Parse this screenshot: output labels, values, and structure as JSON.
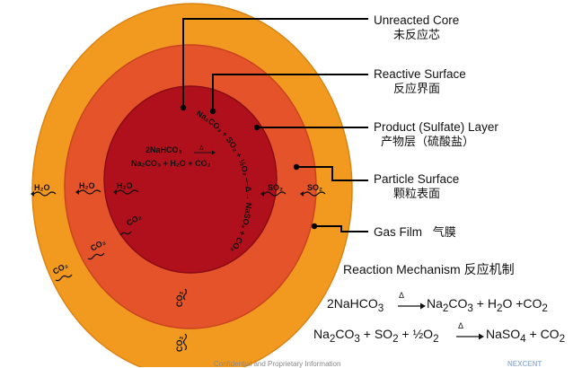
{
  "labels": {
    "unreacted_core": {
      "en": "Unreacted Core",
      "cn": "未反应芯"
    },
    "reactive_surface": {
      "en": "Reactive Surface",
      "cn": "反应界面"
    },
    "product_layer": {
      "en": "Product (Sulfate) Layer",
      "cn": "产物层（硫酸盐）"
    },
    "particle_surface": {
      "en": "Particle Surface",
      "cn": "颗粒表面"
    },
    "gas_film": {
      "en": "Gas Film",
      "cn": "气膜"
    }
  },
  "mechanism": {
    "title": "Reaction Mechanism  反应机制",
    "eq1_left": "2NaHCO",
    "eq1_sub": "3",
    "heat": "Δ",
    "eq1_right": [
      "Na",
      "2",
      "CO",
      "3",
      " + H",
      "2",
      "O +CO",
      "2"
    ],
    "eq2_left": [
      "Na",
      "2",
      "CO",
      "3",
      " + SO",
      "2",
      " + ½O",
      "2"
    ],
    "eq2_right": [
      "NaSO",
      "4",
      " + CO",
      "2"
    ]
  },
  "core_text": {
    "line1": "2NaHCO₃",
    "line1_heat": "Δ",
    "line2": "Na₂CO₃ + H₂O + CO₂",
    "arc_text": "Na₂CO₃ + SO₂ + ½O₂ —Δ→ NaSO₄ + CO₂"
  },
  "molecules": {
    "h2o": "H₂O",
    "so2": "SO₂",
    "co2": "CO₂"
  },
  "footer": {
    "confidential": "Confidential and Proprietary Information",
    "brand": "NEXCENT"
  },
  "colors": {
    "gas_film": "#f29a1f",
    "particle": "#e4532a",
    "core": "#b0101c",
    "leader": "#000000"
  }
}
